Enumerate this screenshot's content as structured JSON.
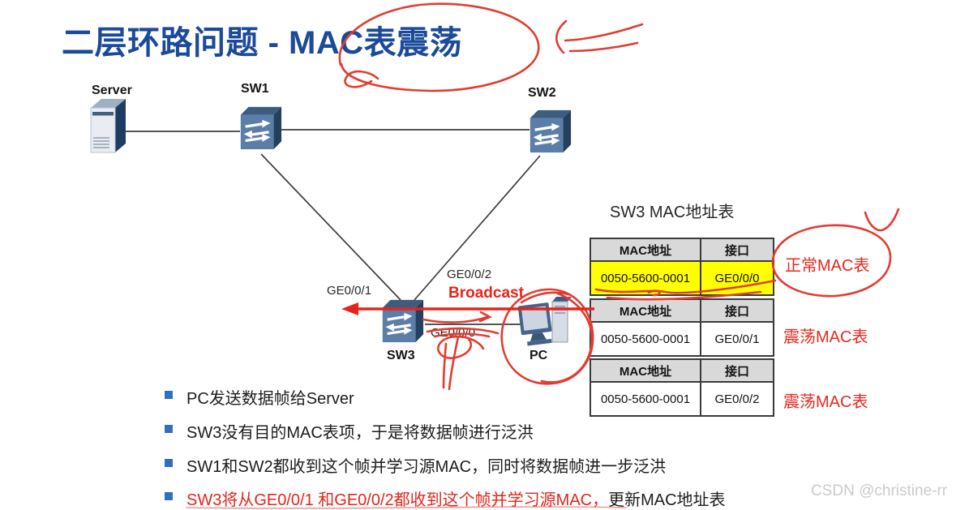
{
  "title": "二层环路问题 - MAC表震荡",
  "colors": {
    "title_blue": "#1b4a9b",
    "annotation_red": "#e23c31",
    "broadcast_red": "#e8231a",
    "bullet_square_blue": "#2d6fc0",
    "highlight_yellow": "#ffff00",
    "table_header_gray": "#d9d9d9"
  },
  "diagram": {
    "server_label": "Server",
    "sw1_label": "SW1",
    "sw2_label": "SW2",
    "sw3_label": "SW3",
    "pc_label": "PC",
    "port_ge001": "GE0/0/1",
    "port_ge002": "GE0/0/2",
    "port_ge000": "GE0/0/0",
    "broadcast_label": "Broadcast"
  },
  "mac": {
    "section_title": "SW3 MAC地址表",
    "tables": [
      {
        "headers": [
          "MAC地址",
          "接口"
        ],
        "row": [
          "0050-5600-0001",
          "GE0/0/0"
        ],
        "note": "正常MAC表"
      },
      {
        "headers": [
          "MAC地址",
          "接口"
        ],
        "row": [
          "0050-5600-0001",
          "GE0/0/1"
        ],
        "note": "震荡MAC表"
      },
      {
        "headers": [
          "MAC地址",
          "接口"
        ],
        "row": [
          "0050-5600-0001",
          "GE0/0/2"
        ],
        "note": "震荡MAC表"
      }
    ]
  },
  "bullets": [
    {
      "text": "PC发送数据帧给Server"
    },
    {
      "text": "SW3没有目的MAC表项，于是将数据帧进行泛洪"
    },
    {
      "text": "SW1和SW2都收到这个帧并学习源MAC，同时将数据帧进一步泛洪"
    },
    {
      "text_red": "SW3将从GE0/0/1 和GE0/0/2都收到这个帧并学习源MAC，",
      "text_black": "更新MAC地址表"
    }
  ],
  "watermark": "CSDN @christine-rr"
}
